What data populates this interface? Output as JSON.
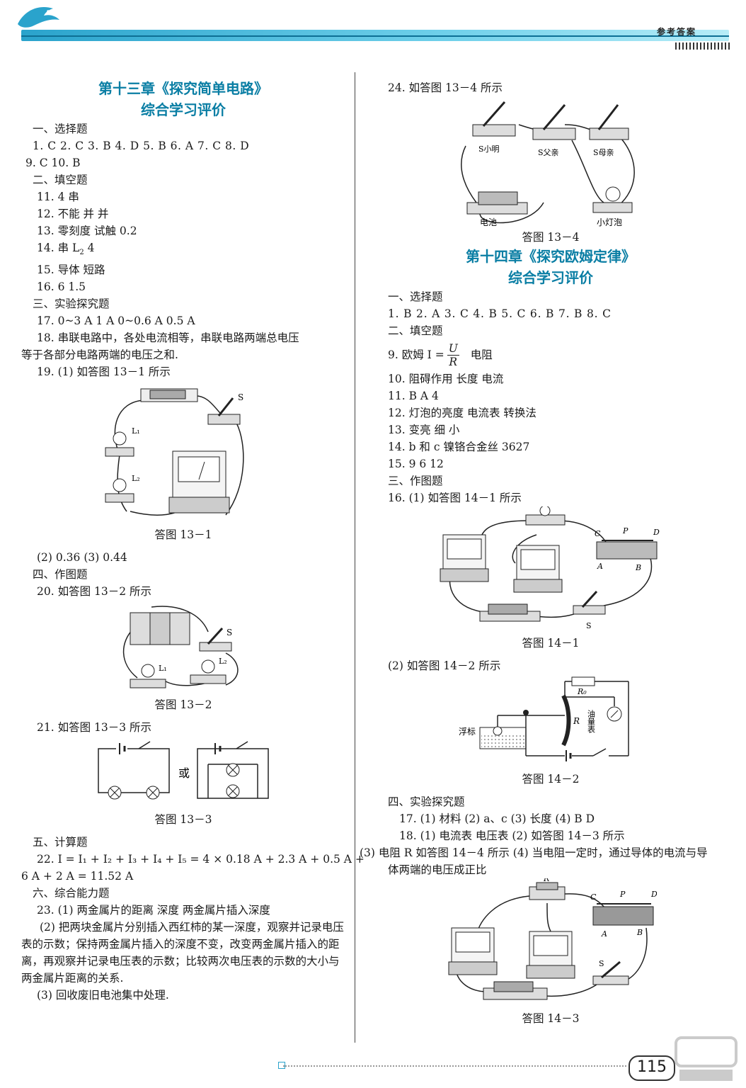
{
  "header": {
    "label": "参考答案"
  },
  "left": {
    "chapter_title_1": "第十三章《探究简单电路》",
    "chapter_title_2": "综合学习评价",
    "s1": "一、选择题",
    "q1_line1": "1. C  2. C  3. B  4. D  5. B  6. A  7. C  8. D",
    "q1_line2": "9. C  10. B",
    "s2": "二、填空题",
    "a11": "11. 4  串",
    "a12": "12. 不能  并  并",
    "a13": "13. 零刻度  试触  0.2",
    "a14_pre": "14. 串  L",
    "a14_sub": "2",
    "a14_post": "  4",
    "a15": "15. 导体  短路",
    "a16": "16. 6  1.5",
    "s3": "三、实验探究题",
    "a17": "17. 0~3 A  1 A  0~0.6 A  0.5 A",
    "a18_1": "18. 串联电路中，各处电流相等，串联电路两端总电压",
    "a18_2": "等于各部分电路两端的电压之和.",
    "a19": "19. (1) 如答图 13－1 所示",
    "fig13_1": "答图 13－1",
    "a19_2": "(2) 0.36  (3) 0.44",
    "s4": "四、作图题",
    "a20": "20. 如答图 13－2 所示",
    "fig13_2": "答图 13－2",
    "a21": "21. 如答图 13－3 所示",
    "or": "或",
    "fig13_3": "答图 13－3",
    "s5": "五、计算题",
    "a22_1": "22. I = I₁ + I₂ + I₃ + I₄ + I₅ = 4 × 0.18 A + 2.3 A + 0.5 A +",
    "a22_2": "6 A + 2 A = 11.52 A",
    "s6": "六、综合能力题",
    "a23_1": "23. (1) 两金属片的距离  深度  两金属片插入深度",
    "a23_2": "(2) 把两块金属片分别插入西红柿的某一深度，观察并记录电压表的示数；保持两金属片插入的深度不变，改变两金属片插入的距离，再观察并记录电压表的示数；比较两次电压表的示数的大小与两金属片距离的关系.",
    "a23_3": "(3) 回收废旧电池集中处理."
  },
  "right": {
    "a24": "24. 如答图 13－4 所示",
    "fig13_4": "答图 13－4",
    "lbl_s1": "S小明",
    "lbl_s2": "S父亲",
    "lbl_s3": "S母亲",
    "lbl_battery": "电池",
    "lbl_bulb": "小灯泡",
    "chapter_title_1": "第十四章《探究欧姆定律》",
    "chapter_title_2": "综合学习评价",
    "s1": "一、选择题",
    "q1": "1. B  2. A  3. C  4. B  5. C  6. B  7. B  8. C",
    "s2": "二、填空题",
    "a9_pre": "9. 欧姆  I =",
    "a9_num": "U",
    "a9_den": "R",
    "a9_post": "电阻",
    "a10": "10. 阻碍作用  长度  电流",
    "a11": "11. B  A  4",
    "a12": "12. 灯泡的亮度  电流表  转换法",
    "a13": "13. 变亮  细  小",
    "a14": "14. b 和 c  镍铬合金丝  3627",
    "a15": "15. 9  6  12",
    "s3": "三、作图题",
    "a16": "16. (1) 如答图 14－1 所示",
    "fig14_1": "答图 14－1",
    "a16_2": "(2) 如答图 14－2 所示",
    "lbl_float": "浮标",
    "lbl_r0": "R₀",
    "lbl_r": "R",
    "lbl_oil": "油量表",
    "fig14_2": "答图 14－2",
    "s4": "四、实验探究题",
    "a17": "17. (1) 材料  (2) a、c  (3) 长度  (4) B  D",
    "a18_1": "18. (1) 电流表  电压表  (2) 如答图 14－3 所示",
    "a18_2": "(3) 电阻 R  如答图 14－4 所示  (4) 当电阻一定时，通过导体的电流与导体两端的电压成正比",
    "fig14_3": "答图 14－3"
  },
  "footer": {
    "page_number": "115"
  }
}
